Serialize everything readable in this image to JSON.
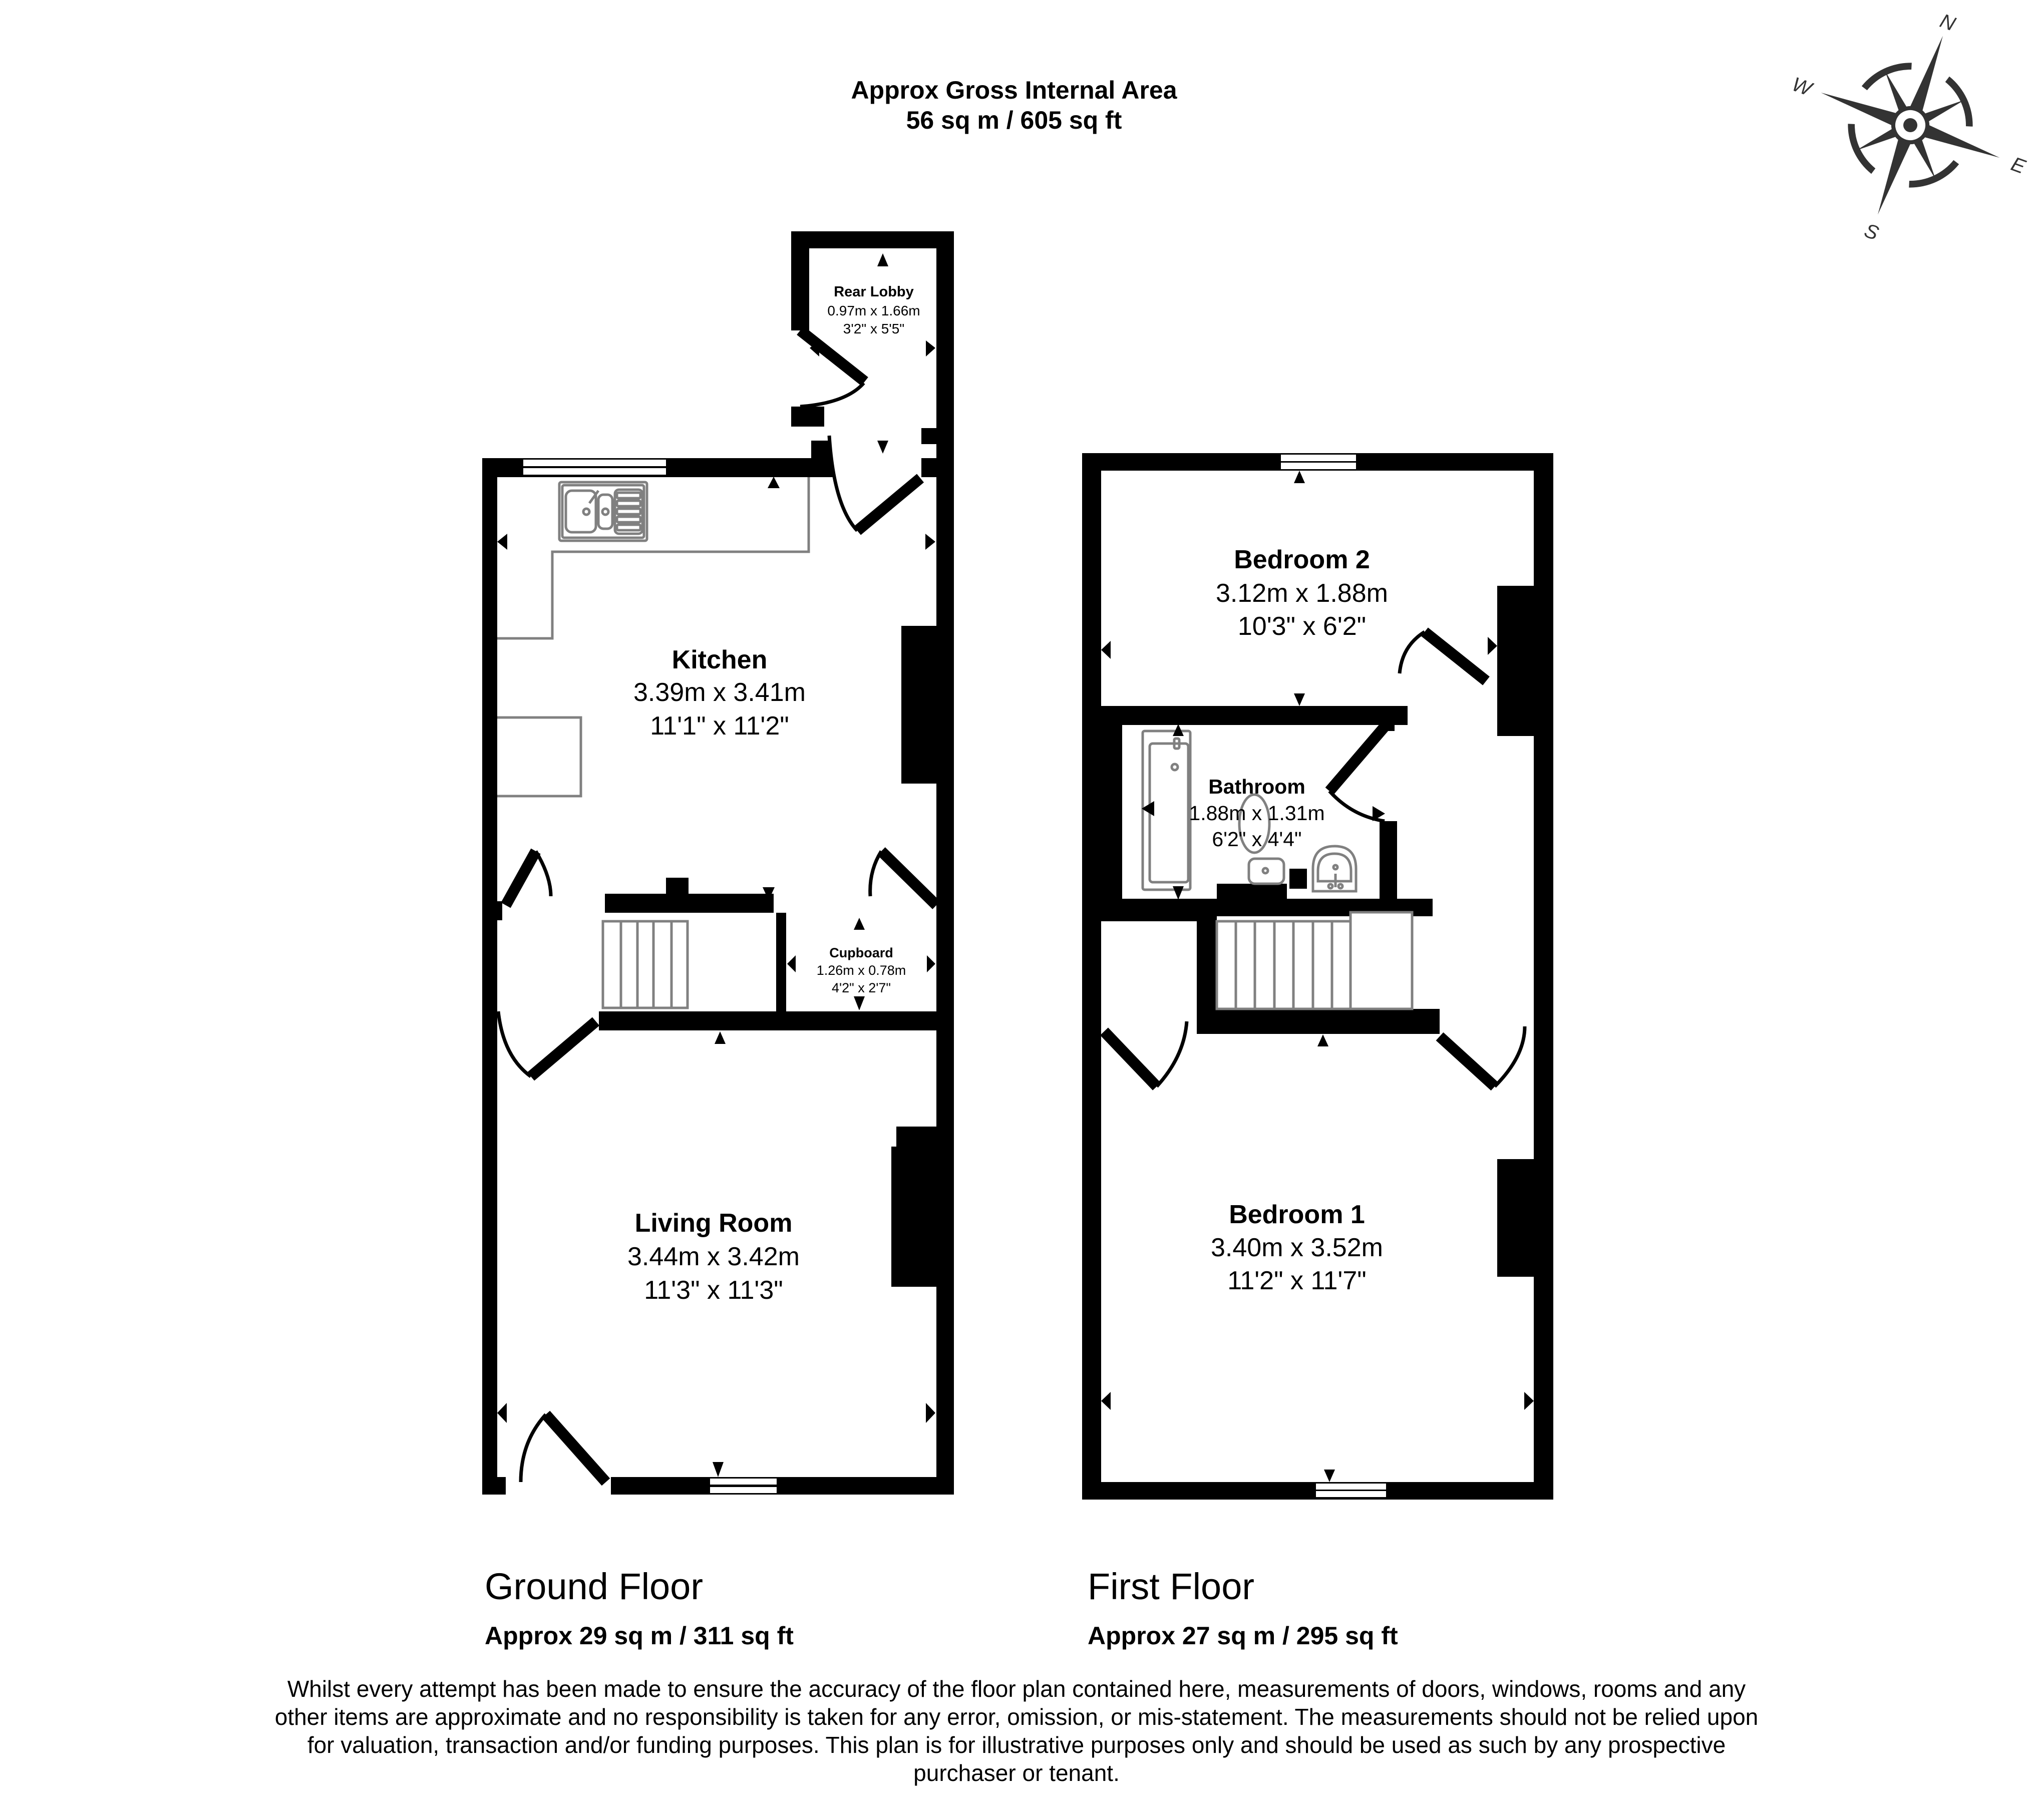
{
  "header": {
    "title": "Approx Gross Internal Area",
    "area": "56 sq m / 605 sq ft"
  },
  "compass": {
    "north": "N",
    "east": "E",
    "south": "S",
    "west": "W",
    "rotation_deg": 20
  },
  "ground_floor": {
    "label": "Ground Floor",
    "area": "Approx 29 sq m / 311 sq ft",
    "rooms": [
      {
        "name": "Rear Lobby",
        "metric": "0.97m x 1.66m",
        "imperial": "3'2\" x 5'5\""
      },
      {
        "name": "Kitchen",
        "metric": "3.39m x 3.41m",
        "imperial": "11'1\" x 11'2\""
      },
      {
        "name": "Cupboard",
        "metric": "1.26m x 0.78m",
        "imperial": "4'2\" x 2'7\""
      },
      {
        "name": "Living Room",
        "metric": "3.44m x 3.42m",
        "imperial": "11'3\" x 11'3\""
      }
    ]
  },
  "first_floor": {
    "label": "First Floor",
    "area": "Approx 27 sq m / 295 sq ft",
    "rooms": [
      {
        "name": "Bedroom 2",
        "metric": "3.12m x 1.88m",
        "imperial": "10'3\" x 6'2\""
      },
      {
        "name": "Bathroom",
        "metric": "1.88m x 1.31m",
        "imperial": "6'2\" x 4'4\""
      },
      {
        "name": "Bedroom 1",
        "metric": "3.40m x 3.52m",
        "imperial": "11'2\" x 11'7\""
      }
    ]
  },
  "disclaimer": "Whilst every attempt has been made to ensure the accuracy of the floor plan contained here, measurements of doors, windows, rooms and any other items are approximate and no responsibility is taken for any error, omission, or mis-statement. The measurements should not be relied upon for valuation, transaction and/or funding purposes. This plan is for illustrative purposes only and should be used as such by any prospective purchaser or tenant.",
  "colors": {
    "wall": "#000000",
    "fixture_line": "#808080",
    "compass": "#333333",
    "background": "#ffffff"
  }
}
